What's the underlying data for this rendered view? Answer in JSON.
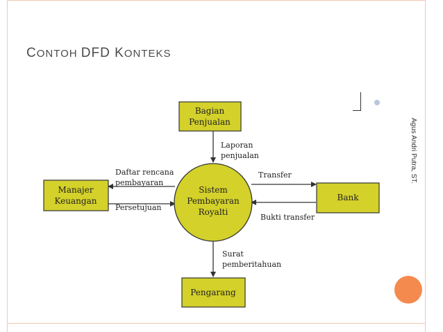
{
  "slide": {
    "title_first": "C",
    "title_rest1": "ONTOH ",
    "title_dfd": "DFD ",
    "title_k": "K",
    "title_rest2": "ONTEKS",
    "author": "Agus Andri Putra, ST."
  },
  "diagram": {
    "process": {
      "line1": "Sistem",
      "line2": "Pembayaran",
      "line3": "Royalti"
    },
    "entities": {
      "bagian_penjualan": {
        "line1": "Bagian",
        "line2": "Penjualan"
      },
      "manajer_keuangan": {
        "line1": "Manajer",
        "line2": "Keuangan"
      },
      "bank": {
        "line1": "Bank"
      },
      "pengarang": {
        "line1": "Pengarang"
      }
    },
    "flows": {
      "laporan_penjualan": {
        "line1": "Laporan",
        "line2": "penjualan"
      },
      "daftar_rencana": {
        "line1": "Daftar rencana",
        "line2": "pembayaran"
      },
      "persetujuan": {
        "line1": "Persetujuan"
      },
      "transfer": {
        "line1": "Transfer"
      },
      "bukti_transfer": {
        "line1": "Bukti transfer"
      },
      "surat": {
        "line1": "Surat",
        "line2": "pemberitahuan"
      }
    },
    "colors": {
      "fill": "#d3d12a",
      "stroke": "#333333"
    }
  }
}
